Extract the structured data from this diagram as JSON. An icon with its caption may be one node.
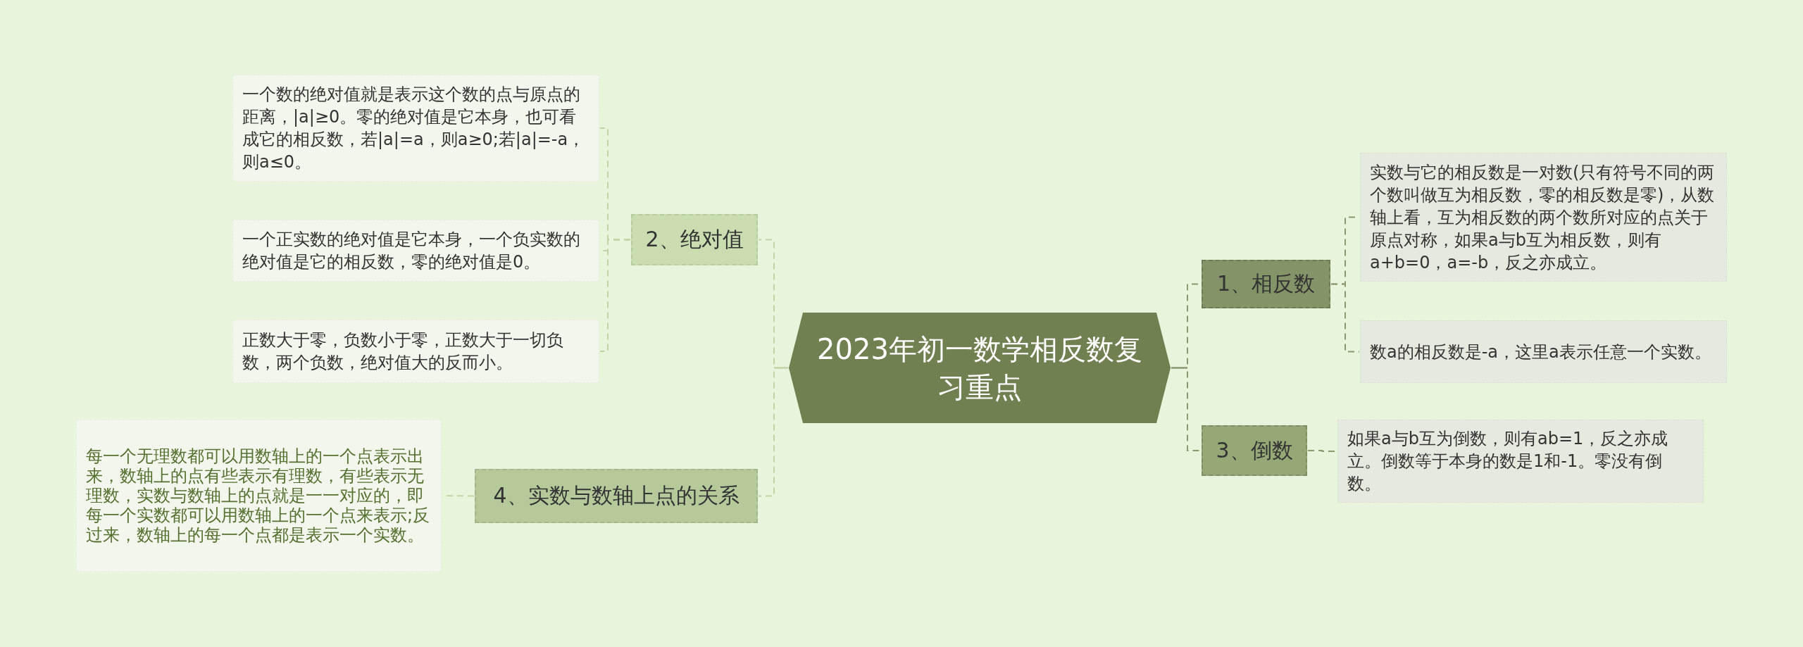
{
  "diagram": {
    "nodes": [
      {
        "text": [
          "2023年初一数学相反数复习重点"
        ]
      },
      {
        "text": [
          "1、相反数"
        ]
      },
      {
        "text": [
          "实数与它的相反数是一对数(只有符号不同的两个数叫做互为相反数，零的相反数是零)，从数轴上看，互为相反数的两个数所对应的点关于原点对称，如果a与b互为相反数，则有a+b=0，a=-b，反之亦成立。"
        ]
      },
      {
        "text": [
          "数a的相反数是-a，这里a表示任意一个实数。"
        ]
      },
      {
        "text": [
          "2、绝对值"
        ]
      },
      {
        "text": [
          "一个数的绝对值就是表示这个数的点与原点的距离，|a|≥0。零的绝对值是它本身，也可看成它的相反数，若|a|=a，则a≥0;若|a|=-a，则a≤0。"
        ]
      },
      {
        "text": [
          "一个正实数的绝对值是它本身，一个负实数的绝对值是它的相反数，零的绝对值是0。"
        ]
      },
      {
        "text": [
          "正数大于零，负数小于零，正数大于一切负数，两个负数，绝对值大的反而小。"
        ]
      },
      {
        "text": [
          "3、倒数"
        ]
      },
      {
        "text": [
          "如果a与b互为倒数，则有ab=1，反之亦成立。倒数等于本身的数是1和-1。零没有倒数。"
        ]
      },
      {
        "text": [
          "4、实数与数轴上点的关系"
        ]
      },
      {
        "text": [
          "每一个无理数都可以用数轴上的一个点表示出来，数轴上的点有些表示有理数，有些表示无理数，实数与数轴上的点就是一一对应的，即每一个实数都可以用数轴上的一个点来表示;反过来，数轴上的每一个点都是表示一个实数。"
        ]
      }
    ],
    "edges": [
      {
        "from": 0,
        "to": 1,
        "arrow": "none",
        "color": "#8a9a70"
      },
      {
        "from": 1,
        "to": 2,
        "arrow": "none",
        "color": "#8a9a70"
      },
      {
        "from": 1,
        "to": 3,
        "arrow": "none",
        "color": "#8a9a70"
      },
      {
        "from": 0,
        "to": 4,
        "arrow": "none"
      },
      {
        "from": 4,
        "to": 5,
        "arrow": "none"
      },
      {
        "from": 4,
        "to": 6,
        "arrow": "none"
      },
      {
        "from": 4,
        "to": 7,
        "arrow": "none"
      },
      {
        "from": 0,
        "to": 8,
        "arrow": "none",
        "color": "#8a9a70"
      },
      {
        "from": 8,
        "to": 9,
        "arrow": "none",
        "color": "#8a9a70"
      },
      {
        "from": 0,
        "to": 10,
        "arrow": "none"
      },
      {
        "from": 10,
        "to": 11,
        "arrow": "none"
      }
    ]
  }
}
